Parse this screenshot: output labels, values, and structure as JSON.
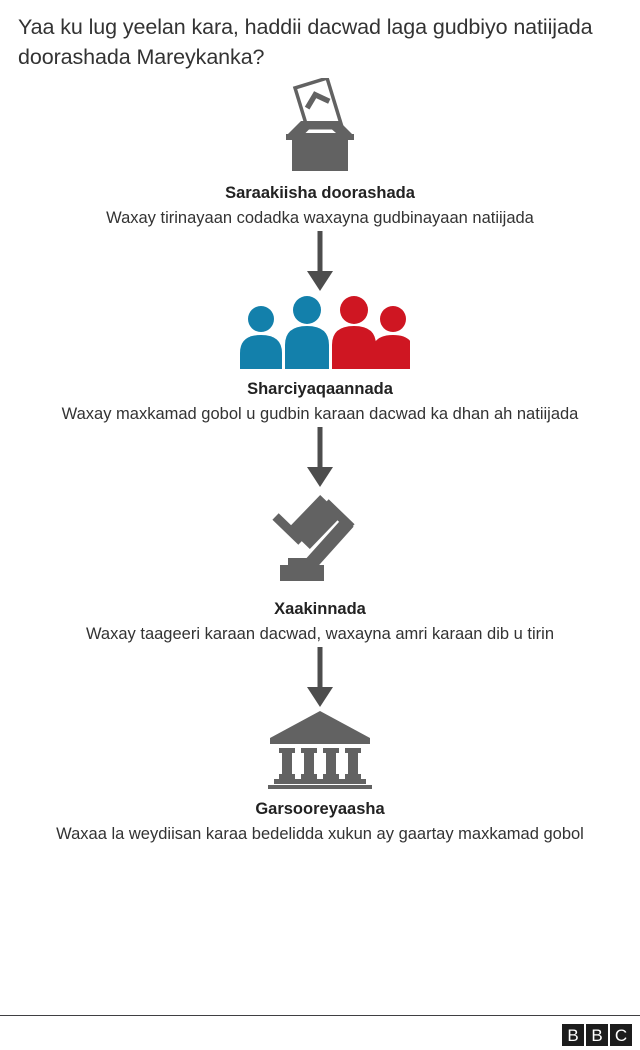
{
  "title": "Yaa ku lug yeelan kara, haddii dacwad laga gudbiyo natiijada doorashada Mareykanka?",
  "colors": {
    "icon_gray": "#626262",
    "blue": "#1380ab",
    "red": "#cf1622",
    "text": "#333333",
    "heading": "#222222",
    "footer_rule": "#3f3f42",
    "bbc_block": "#1c1c1c"
  },
  "steps": [
    {
      "icon": "ballot-box-icon",
      "heading": "Saraakiisha doorashada",
      "description": "Waxay tirinayaan codadka waxayna gudbinayaan natiijada"
    },
    {
      "icon": "people-group-icon",
      "heading": "Sharciyaqaannada",
      "description": "Waxay maxkamad gobol u gudbin karaan dacwad ka dhan ah natiijada"
    },
    {
      "icon": "gavel-icon",
      "heading": "Xaakinnada",
      "description": "Waxay taageeri karaan dacwad, waxayna amri karaan dib u tirin"
    },
    {
      "icon": "courthouse-icon",
      "heading": "Garsooreyaasha",
      "description": "Waxaa la weydiisan karaa bedelidda xukun ay gaartay maxkamad gobol"
    }
  ],
  "connectors": [
    {
      "name": "arrow-down-1"
    },
    {
      "name": "arrow-down-2"
    },
    {
      "name": "arrow-down-3"
    }
  ],
  "footer": {
    "logo_letters": [
      "B",
      "B",
      "C"
    ]
  }
}
